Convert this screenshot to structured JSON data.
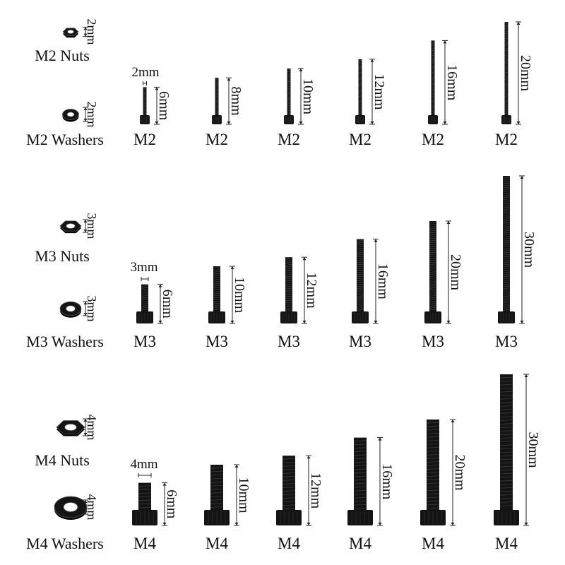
{
  "colors": {
    "hardware": "#141414",
    "thread": "#3a3a3a",
    "dimension": "#222222",
    "background": "#ffffff"
  },
  "rows": [
    {
      "size": "M2",
      "nut_label": "M2 Nuts",
      "nut_dimension": "2mm",
      "washer_label": "M2 Washers",
      "washer_dimension": "2mm",
      "diameter_label": "2mm",
      "screws": [
        {
          "label": "M2",
          "length": "6mm"
        },
        {
          "label": "M2",
          "length": "8mm"
        },
        {
          "label": "M2",
          "length": "10mm"
        },
        {
          "label": "M2",
          "length": "12mm"
        },
        {
          "label": "M2",
          "length": "16mm"
        },
        {
          "label": "M2",
          "length": "20mm"
        }
      ]
    },
    {
      "size": "M3",
      "nut_label": "M3 Nuts",
      "nut_dimension": "3mm",
      "washer_label": "M3 Washers",
      "washer_dimension": "3mm",
      "diameter_label": "3mm",
      "screws": [
        {
          "label": "M3",
          "length": "6mm"
        },
        {
          "label": "M3",
          "length": "10mm"
        },
        {
          "label": "M3",
          "length": "12mm"
        },
        {
          "label": "M3",
          "length": "16mm"
        },
        {
          "label": "M3",
          "length": "20mm"
        },
        {
          "label": "M3",
          "length": "30mm"
        }
      ]
    },
    {
      "size": "M4",
      "nut_label": "M4 Nuts",
      "nut_dimension": "4mm",
      "washer_label": "M4 Washers",
      "washer_dimension": "4mm",
      "diameter_label": "4mm",
      "screws": [
        {
          "label": "M4",
          "length": "6mm"
        },
        {
          "label": "M4",
          "length": "10mm"
        },
        {
          "label": "M4",
          "length": "12mm"
        },
        {
          "label": "M4",
          "length": "16mm"
        },
        {
          "label": "M4",
          "length": "20mm"
        },
        {
          "label": "M4",
          "length": "30mm"
        }
      ]
    }
  ]
}
